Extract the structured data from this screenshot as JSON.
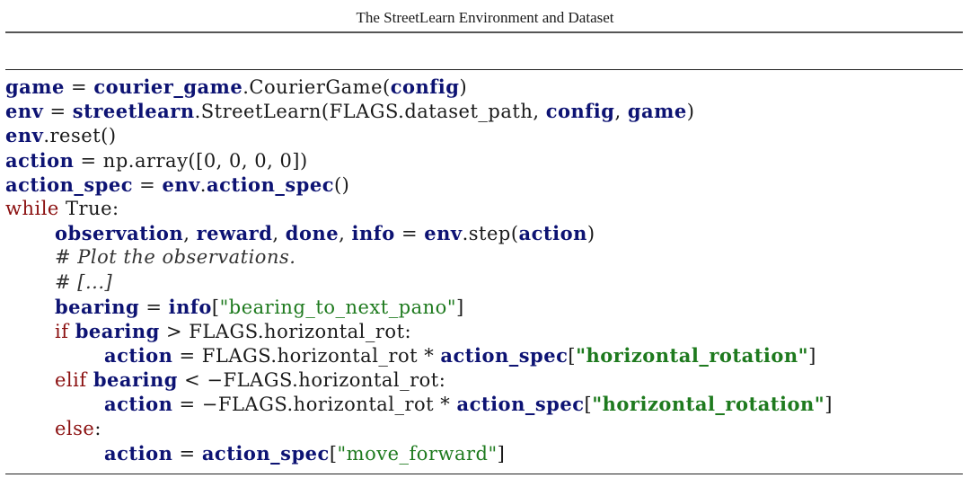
{
  "header": {
    "title": "The StreetLearn Environment and Dataset"
  },
  "code_lines": [
    {
      "indent": 0,
      "tokens": [
        {
          "t": "game",
          "c": "kw"
        },
        {
          "t": " = ",
          "c": "pl"
        },
        {
          "t": "courier_game",
          "c": "kw"
        },
        {
          "t": ".CourierGame(",
          "c": "pl"
        },
        {
          "t": "config",
          "c": "kw"
        },
        {
          "t": ")",
          "c": "pl"
        }
      ]
    },
    {
      "indent": 0,
      "tokens": [
        {
          "t": "env",
          "c": "kw"
        },
        {
          "t": " = ",
          "c": "pl"
        },
        {
          "t": "streetlearn",
          "c": "kw"
        },
        {
          "t": ".StreetLearn(FLAGS.dataset_path, ",
          "c": "pl"
        },
        {
          "t": "config",
          "c": "kw"
        },
        {
          "t": ", ",
          "c": "pl"
        },
        {
          "t": "game",
          "c": "kw"
        },
        {
          "t": ")",
          "c": "pl"
        }
      ]
    },
    {
      "indent": 0,
      "tokens": [
        {
          "t": "env",
          "c": "kw"
        },
        {
          "t": ".reset()",
          "c": "pl"
        }
      ]
    },
    {
      "indent": 0,
      "tokens": [
        {
          "t": "action",
          "c": "kw"
        },
        {
          "t": " = np.array([0, 0, 0, 0])",
          "c": "pl"
        }
      ]
    },
    {
      "indent": 0,
      "tokens": [
        {
          "t": "action_spec",
          "c": "kw"
        },
        {
          "t": " = ",
          "c": "pl"
        },
        {
          "t": "env",
          "c": "kw"
        },
        {
          "t": ".",
          "c": "pl"
        },
        {
          "t": "action_spec",
          "c": "kw"
        },
        {
          "t": "()",
          "c": "pl"
        }
      ]
    },
    {
      "indent": 0,
      "tokens": [
        {
          "t": "while",
          "c": "red"
        },
        {
          "t": " True:",
          "c": "pl"
        }
      ]
    },
    {
      "indent": 1,
      "tokens": [
        {
          "t": "observation",
          "c": "kw"
        },
        {
          "t": ", ",
          "c": "pl"
        },
        {
          "t": "reward",
          "c": "kw"
        },
        {
          "t": ", ",
          "c": "pl"
        },
        {
          "t": "done",
          "c": "kw"
        },
        {
          "t": ", ",
          "c": "pl"
        },
        {
          "t": "info",
          "c": "kw"
        },
        {
          "t": " = ",
          "c": "pl"
        },
        {
          "t": "env",
          "c": "kw"
        },
        {
          "t": ".step(",
          "c": "pl"
        },
        {
          "t": "action",
          "c": "kw"
        },
        {
          "t": ")",
          "c": "pl"
        }
      ]
    },
    {
      "indent": 1,
      "tokens": [
        {
          "t": "# Plot the observations.",
          "c": "cm"
        }
      ]
    },
    {
      "indent": 1,
      "tokens": [
        {
          "t": "# [...]",
          "c": "cm"
        }
      ]
    },
    {
      "indent": 1,
      "tokens": [
        {
          "t": "bearing",
          "c": "kw"
        },
        {
          "t": " = ",
          "c": "pl"
        },
        {
          "t": "info",
          "c": "kw"
        },
        {
          "t": "[",
          "c": "pl"
        },
        {
          "t": "\"bearing_to_next_pano\"",
          "c": "str"
        },
        {
          "t": "]",
          "c": "pl"
        }
      ]
    },
    {
      "indent": 1,
      "tokens": [
        {
          "t": "if",
          "c": "red"
        },
        {
          "t": " ",
          "c": "pl"
        },
        {
          "t": "bearing",
          "c": "kw"
        },
        {
          "t": " > FLAGS.horizontal_rot:",
          "c": "pl"
        }
      ]
    },
    {
      "indent": 2,
      "tokens": [
        {
          "t": "action",
          "c": "kw"
        },
        {
          "t": " = FLAGS.horizontal_rot * ",
          "c": "pl"
        },
        {
          "t": "action_spec",
          "c": "kw"
        },
        {
          "t": "[",
          "c": "pl"
        },
        {
          "t": "\"horizontal_rotation\"",
          "c": "str bold"
        },
        {
          "t": "]",
          "c": "pl"
        }
      ]
    },
    {
      "indent": 1,
      "tokens": [
        {
          "t": "elif",
          "c": "red"
        },
        {
          "t": " ",
          "c": "pl"
        },
        {
          "t": "bearing",
          "c": "kw"
        },
        {
          "t": " < −FLAGS.horizontal_rot:",
          "c": "pl"
        }
      ]
    },
    {
      "indent": 2,
      "tokens": [
        {
          "t": "action",
          "c": "kw"
        },
        {
          "t": " = −FLAGS.horizontal_rot * ",
          "c": "pl"
        },
        {
          "t": "action_spec",
          "c": "kw"
        },
        {
          "t": "[",
          "c": "pl"
        },
        {
          "t": "\"horizontal_rotation\"",
          "c": "str bold"
        },
        {
          "t": "]",
          "c": "pl"
        }
      ]
    },
    {
      "indent": 1,
      "tokens": [
        {
          "t": "else",
          "c": "red"
        },
        {
          "t": ":",
          "c": "pl"
        }
      ]
    },
    {
      "indent": 2,
      "tokens": [
        {
          "t": "action",
          "c": "kw"
        },
        {
          "t": " = ",
          "c": "pl"
        },
        {
          "t": "action_spec",
          "c": "kw"
        },
        {
          "t": "[",
          "c": "pl"
        },
        {
          "t": "\"move_forward\"",
          "c": "str"
        },
        {
          "t": "]",
          "c": "pl"
        }
      ]
    }
  ]
}
